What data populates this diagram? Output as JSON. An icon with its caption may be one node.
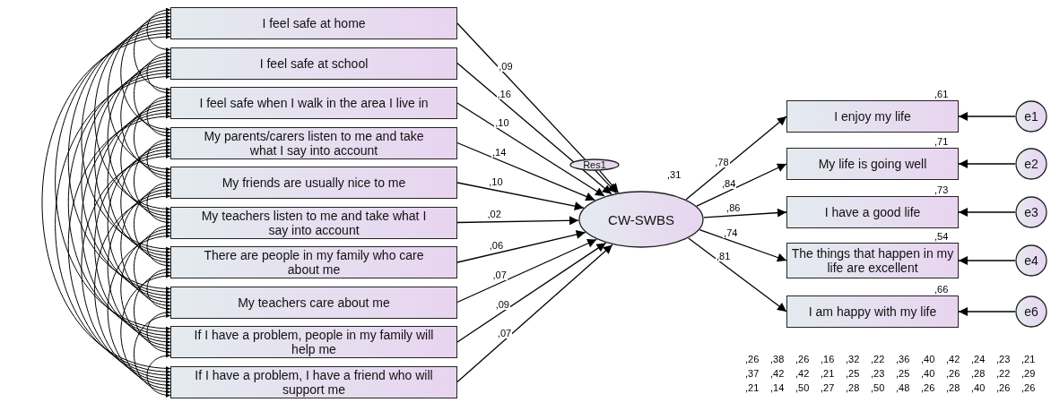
{
  "diagram": {
    "nodes": [
      {
        "text": [
          "I feel safe at home"
        ]
      },
      {
        "text": [
          "I feel safe at school"
        ]
      },
      {
        "text": [
          "I feel safe when I walk in the area I live in"
        ]
      },
      {
        "text": [
          "My parents/carers listen to me and take what I say into account"
        ]
      },
      {
        "text": [
          "My friends are usually nice to me"
        ]
      },
      {
        "text": [
          "My teachers listen to me and take what I say into account"
        ]
      },
      {
        "text": [
          "There are people in my family who care about me"
        ]
      },
      {
        "text": [
          "My teachers care about me"
        ]
      },
      {
        "text": [
          "If I have a problem, people in my family will help me"
        ]
      },
      {
        "text": [
          "If I have a problem, I have a friend who will support me"
        ]
      },
      {
        "text": [
          "Res1"
        ]
      },
      {
        "text": [
          "CW-SWBS"
        ],
        "beside": [
          ",31"
        ]
      },
      {
        "text": [
          "I enjoy my life"
        ],
        "beside": [
          ",61"
        ]
      },
      {
        "text": [
          "My life is going well"
        ],
        "beside": [
          ",71"
        ]
      },
      {
        "text": [
          "I have a good life"
        ],
        "beside": [
          ",73"
        ]
      },
      {
        "text": [
          "The things that happen in my life are excellent"
        ],
        "beside": [
          ",54"
        ]
      },
      {
        "text": [
          "I am happy with my life"
        ],
        "beside": [
          ",66"
        ]
      },
      {
        "text": [
          "e1"
        ]
      },
      {
        "text": [
          "e2"
        ]
      },
      {
        "text": [
          "e3"
        ]
      },
      {
        "text": [
          "e4"
        ]
      },
      {
        "text": [
          "e6"
        ]
      }
    ],
    "edges": [
      {
        "from": 0,
        "to": 11,
        "arrow": "to",
        "label": ",09"
      },
      {
        "from": 1,
        "to": 11,
        "arrow": "to",
        "label": ",16"
      },
      {
        "from": 2,
        "to": 11,
        "arrow": "to",
        "label": ",10"
      },
      {
        "from": 3,
        "to": 11,
        "arrow": "to",
        "label": ",14"
      },
      {
        "from": 4,
        "to": 11,
        "arrow": "to",
        "label": ",10"
      },
      {
        "from": 5,
        "to": 11,
        "arrow": "to",
        "label": ",02"
      },
      {
        "from": 6,
        "to": 11,
        "arrow": "to",
        "label": ",06"
      },
      {
        "from": 7,
        "to": 11,
        "arrow": "to",
        "label": ",07"
      },
      {
        "from": 8,
        "to": 11,
        "arrow": "to",
        "label": ",09"
      },
      {
        "from": 9,
        "to": 11,
        "arrow": "to",
        "label": ",07"
      },
      {
        "from": 10,
        "to": 11,
        "arrow": "to"
      },
      {
        "from": 11,
        "to": 12,
        "arrow": "to",
        "label": ",78"
      },
      {
        "from": 11,
        "to": 13,
        "arrow": "to",
        "label": ",84"
      },
      {
        "from": 11,
        "to": 14,
        "arrow": "to",
        "label": ",86"
      },
      {
        "from": 11,
        "to": 15,
        "arrow": "to",
        "label": ",74"
      },
      {
        "from": 11,
        "to": 16,
        "arrow": "to",
        "label": ",81"
      },
      {
        "from": 17,
        "to": 12,
        "arrow": "to"
      },
      {
        "from": 18,
        "to": 13,
        "arrow": "to"
      },
      {
        "from": 19,
        "to": 14,
        "arrow": "to"
      },
      {
        "from": 20,
        "to": 15,
        "arrow": "to"
      },
      {
        "from": 21,
        "to": 16,
        "arrow": "to"
      },
      {
        "from": 0,
        "to": 1,
        "arrow": "both"
      },
      {
        "from": 0,
        "to": 2,
        "arrow": "both"
      },
      {
        "from": 0,
        "to": 3,
        "arrow": "both"
      },
      {
        "from": 0,
        "to": 4,
        "arrow": "both"
      },
      {
        "from": 0,
        "to": 5,
        "arrow": "both"
      },
      {
        "from": 0,
        "to": 6,
        "arrow": "both"
      },
      {
        "from": 0,
        "to": 7,
        "arrow": "both"
      },
      {
        "from": 0,
        "to": 8,
        "arrow": "both"
      },
      {
        "from": 0,
        "to": 9,
        "arrow": "both"
      },
      {
        "from": 1,
        "to": 2,
        "arrow": "both"
      },
      {
        "from": 1,
        "to": 3,
        "arrow": "both"
      },
      {
        "from": 1,
        "to": 4,
        "arrow": "both"
      },
      {
        "from": 1,
        "to": 5,
        "arrow": "both"
      },
      {
        "from": 1,
        "to": 6,
        "arrow": "both"
      },
      {
        "from": 1,
        "to": 7,
        "arrow": "both"
      },
      {
        "from": 1,
        "to": 8,
        "arrow": "both"
      },
      {
        "from": 1,
        "to": 9,
        "arrow": "both"
      },
      {
        "from": 2,
        "to": 3,
        "arrow": "both"
      },
      {
        "from": 2,
        "to": 4,
        "arrow": "both"
      },
      {
        "from": 2,
        "to": 5,
        "arrow": "both"
      },
      {
        "from": 2,
        "to": 6,
        "arrow": "both"
      },
      {
        "from": 2,
        "to": 7,
        "arrow": "both"
      },
      {
        "from": 2,
        "to": 8,
        "arrow": "both"
      },
      {
        "from": 2,
        "to": 9,
        "arrow": "both"
      },
      {
        "from": 3,
        "to": 4,
        "arrow": "both"
      },
      {
        "from": 3,
        "to": 5,
        "arrow": "both"
      },
      {
        "from": 3,
        "to": 6,
        "arrow": "both"
      },
      {
        "from": 3,
        "to": 7,
        "arrow": "both"
      },
      {
        "from": 3,
        "to": 8,
        "arrow": "both"
      },
      {
        "from": 3,
        "to": 9,
        "arrow": "both"
      },
      {
        "from": 4,
        "to": 5,
        "arrow": "both"
      },
      {
        "from": 4,
        "to": 6,
        "arrow": "both"
      },
      {
        "from": 4,
        "to": 7,
        "arrow": "both"
      },
      {
        "from": 4,
        "to": 8,
        "arrow": "both"
      },
      {
        "from": 4,
        "to": 9,
        "arrow": "both"
      },
      {
        "from": 5,
        "to": 6,
        "arrow": "both"
      },
      {
        "from": 5,
        "to": 7,
        "arrow": "both"
      },
      {
        "from": 5,
        "to": 8,
        "arrow": "both"
      },
      {
        "from": 5,
        "to": 9,
        "arrow": "both"
      },
      {
        "from": 6,
        "to": 7,
        "arrow": "both"
      },
      {
        "from": 6,
        "to": 8,
        "arrow": "both"
      },
      {
        "from": 6,
        "to": 9,
        "arrow": "both"
      },
      {
        "from": 7,
        "to": 8,
        "arrow": "both"
      },
      {
        "from": 7,
        "to": 9,
        "arrow": "both"
      },
      {
        "from": 8,
        "to": 9,
        "arrow": "both"
      }
    ],
    "labels": [
      ",26",
      ",38",
      ",26",
      ",16",
      ",32",
      ",22",
      ",36",
      ",40",
      ",42",
      ",24",
      ",23",
      ",21",
      ",37",
      ",42",
      ",42",
      ",21",
      ",25",
      ",23",
      ",25",
      ",40",
      ",26",
      ",28",
      ",22",
      ",29",
      ",21",
      ",14",
      ",50",
      ",27",
      ",28",
      ",50",
      ",48",
      ",26",
      ",28",
      ",40",
      ",26",
      ",26"
    ]
  }
}
